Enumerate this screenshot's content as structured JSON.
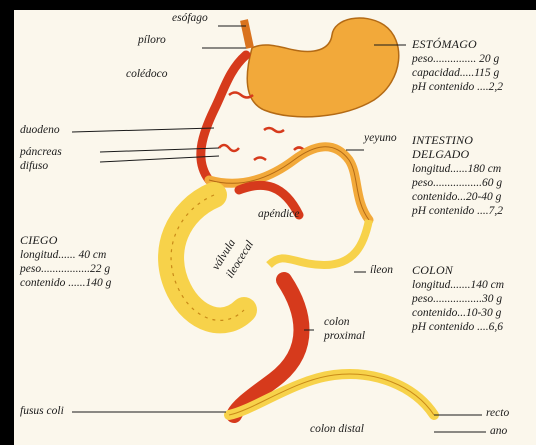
{
  "labels": {
    "esofago": "esófago",
    "piloro": "píloro",
    "coledoco": "colédoco",
    "duodeno": "duodeno",
    "pancreas_difuso": [
      "páncreas",
      "difuso"
    ],
    "yeyuno": "yeyuno",
    "apendice": "apéndice",
    "valvula": [
      "válvula",
      "ileocecal"
    ],
    "ileon": "íleon",
    "colon_proximal": [
      "colon",
      "proximal"
    ],
    "fusus_coli": "fusus coli",
    "colon_distal": "colon distal",
    "recto": "recto",
    "ano": "ano"
  },
  "estomago": {
    "title": "ESTÓMAGO",
    "stats": [
      "peso............... 20 g",
      "capacidad.....115 g",
      "pH contenido ....2,2"
    ]
  },
  "intestino": {
    "title": [
      "INTESTINO",
      "DELGADO"
    ],
    "stats": [
      "longitud......180 cm",
      "peso.................60 g",
      "contenido...20-40 g",
      "pH contenido ....7,2"
    ]
  },
  "ciego": {
    "title": "CIEGO",
    "stats": [
      "longitud......  40 cm",
      "peso.................22 g",
      "contenido ......140 g"
    ]
  },
  "colon": {
    "title": "COLON",
    "stats": [
      "longitud.......140 cm",
      "peso.................30 g",
      "contenido...10-30 g",
      "pH contenido ....6,6"
    ]
  },
  "colors": {
    "stomach": "#f2a93a",
    "red": "#d63a1c",
    "yellow": "#f7d24a",
    "text": "#1a1a1a"
  }
}
